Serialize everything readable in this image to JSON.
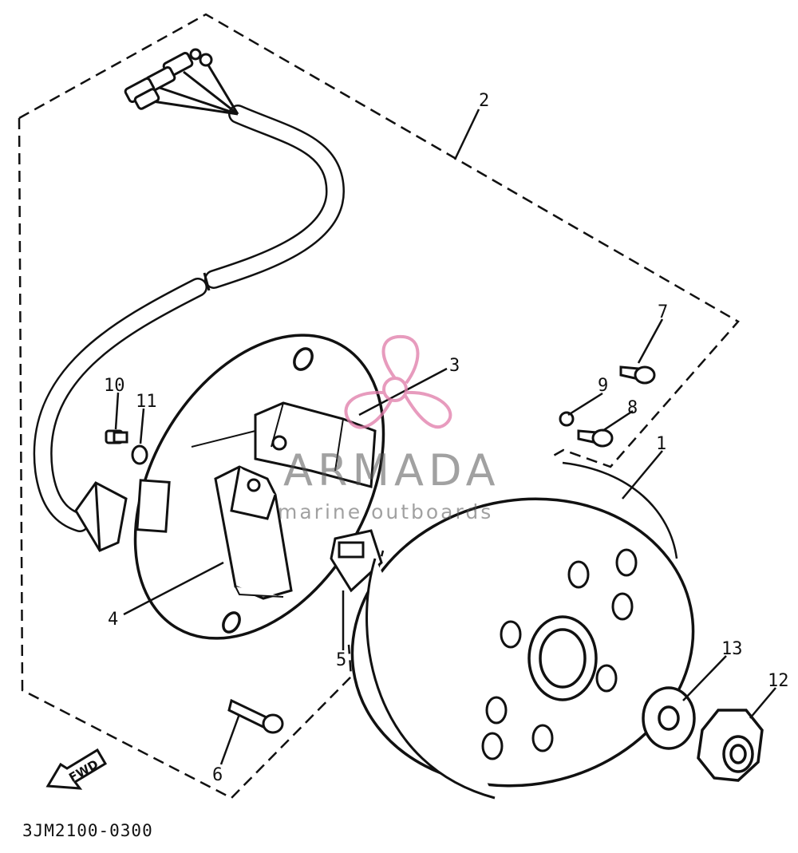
{
  "diagram": {
    "part_code": "3JM2100-0300",
    "direction_badge": "FWD",
    "callouts": [
      "1",
      "2",
      "3",
      "4",
      "5",
      "6",
      "7",
      "8",
      "9",
      "10",
      "11",
      "12",
      "13"
    ]
  },
  "watermark": {
    "brand": "ARMADA",
    "tagline": "marine outboards",
    "color": "#e07aa8"
  },
  "colors": {
    "ink": "#111111",
    "paper": "#ffffff"
  }
}
